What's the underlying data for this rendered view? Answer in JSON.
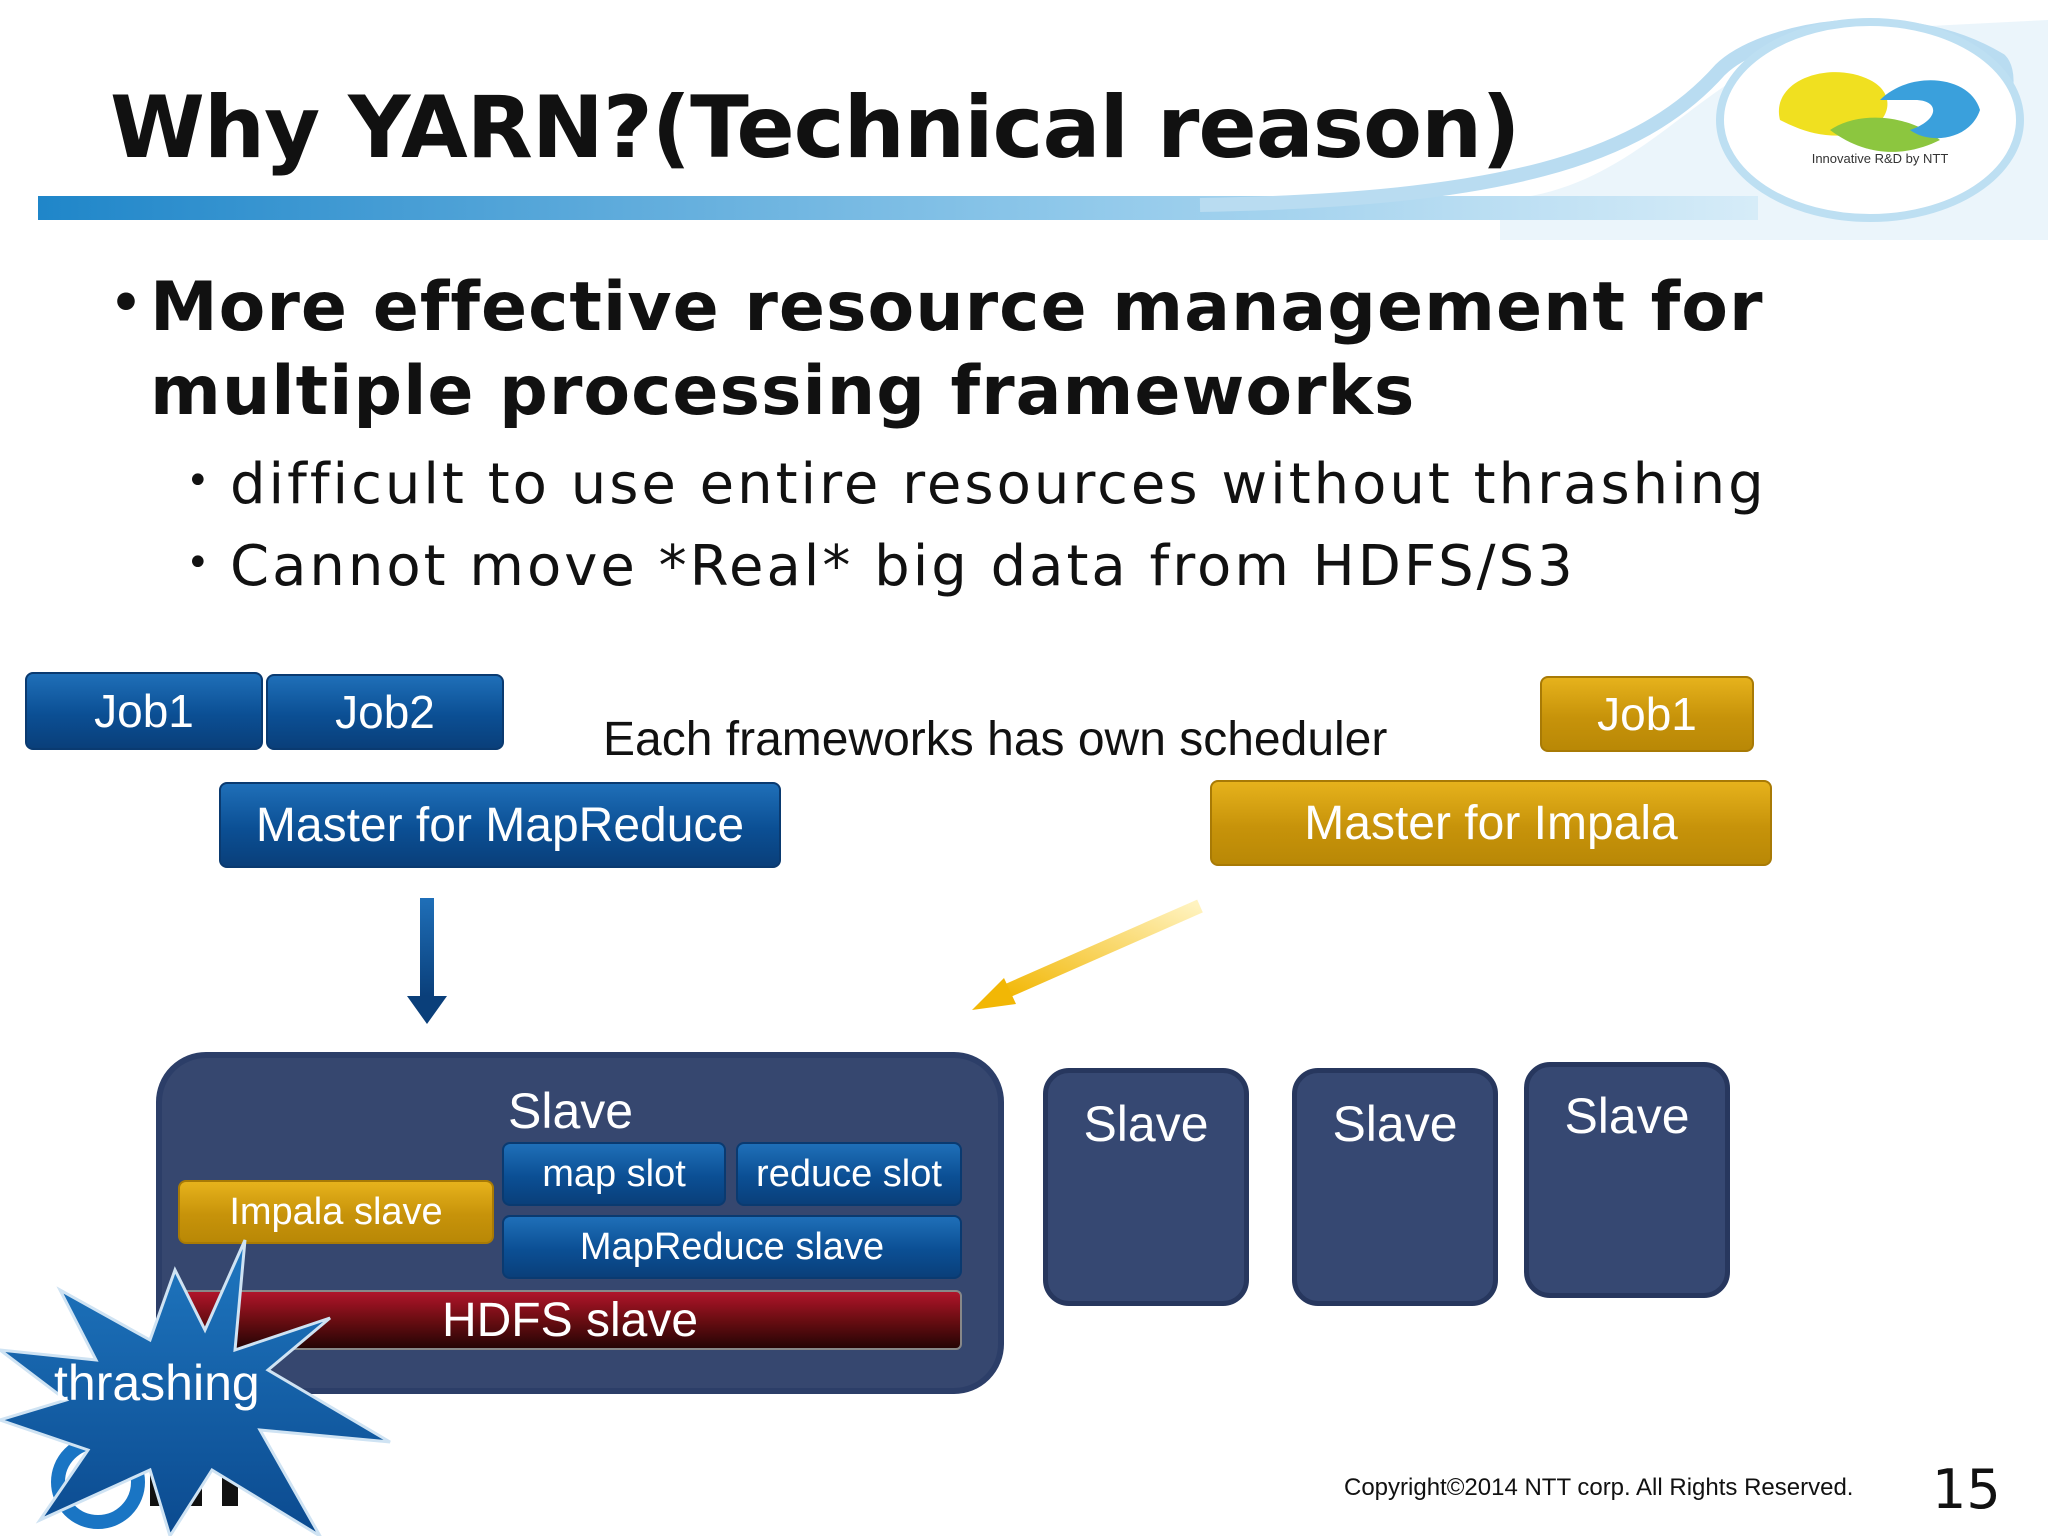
{
  "title": "Why YARN?(Technical reason)",
  "logo": {
    "tagline": "Innovative R&D by NTT",
    "icon": "ntt-swirl-logo"
  },
  "bullets": {
    "main": {
      "line1": "More effective resource management for",
      "line2": "multiple processing frameworks"
    },
    "sub": [
      "difficult to use entire resources without thrashing",
      "Cannot move *Real* big data from HDFS/S3"
    ],
    "dot": "•"
  },
  "diagram": {
    "mapreduce": {
      "jobs": [
        "Job1",
        "Job2"
      ],
      "master": "Master for MapReduce"
    },
    "impala": {
      "jobs": [
        "Job1"
      ],
      "master": "Master for Impala"
    },
    "note": "Each frameworks has own scheduler",
    "main_slave": {
      "label": "Slave",
      "map_slot": "map slot",
      "reduce_slot": "reduce slot",
      "mapreduce_slave": "MapReduce slave",
      "impala_slave": "Impala slave",
      "hdfs_slave": "HDFS slave"
    },
    "other_slaves": [
      "Slave",
      "Slave",
      "Slave"
    ],
    "burst": "thrashing"
  },
  "colors": {
    "blue": "#0b4f94",
    "gold": "#c7930a",
    "node": "#364872",
    "hdfs": "#6a0d12",
    "arrow_gold": "#f2b705"
  },
  "footer": {
    "copyright": "Copyright©2014  NTT corp. All Rights Reserved.",
    "page": "15"
  }
}
